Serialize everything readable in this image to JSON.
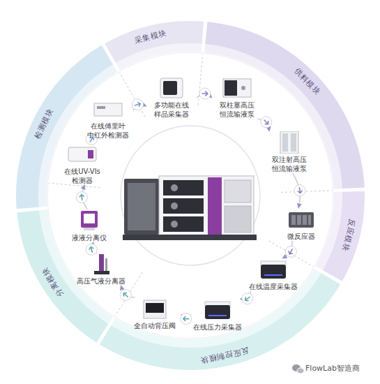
{
  "diagram": {
    "nodes": [
      {
        "text": [
          "采集模块"
        ]
      },
      {
        "text": [
          "供料模块"
        ]
      },
      {
        "text": [
          "反应模块"
        ]
      },
      {
        "text": [
          "反应控制模块"
        ]
      },
      {
        "text": [
          "分离模块"
        ]
      },
      {
        "text": [
          "检测模块"
        ]
      },
      {
        "text": [
          "多功能在线 样品采集器"
        ]
      },
      {
        "text": [
          "双柱塞高压 恒流输液泵"
        ]
      },
      {
        "text": [
          "双注射高压 恒流输液泵"
        ]
      },
      {
        "text": [
          "微反应器"
        ]
      },
      {
        "text": [
          "在线温度采集器"
        ]
      },
      {
        "text": [
          "在线压力采集器"
        ]
      },
      {
        "text": [
          "全自动背压阀"
        ]
      },
      {
        "text": [
          "高压气液分离器"
        ]
      },
      {
        "text": [
          "液液分离仪"
        ]
      },
      {
        "text": [
          "在线UV-VIs 检测器"
        ]
      },
      {
        "text": [
          "在线傅里叶 中红外检测器"
        ]
      }
    ],
    "edges": [
      {
        "from": 6,
        "to": 7,
        "arrow": "to"
      },
      {
        "from": 7,
        "to": 8,
        "arrow": "to"
      },
      {
        "from": 8,
        "to": 9,
        "arrow": "to"
      },
      {
        "from": 9,
        "to": 10,
        "arrow": "to"
      },
      {
        "from": 10,
        "to": 11,
        "arrow": "to"
      },
      {
        "from": 11,
        "to": 12,
        "arrow": "to"
      },
      {
        "from": 12,
        "to": 13,
        "arrow": "to"
      },
      {
        "from": 13,
        "to": 14,
        "arrow": "to"
      },
      {
        "from": 14,
        "to": 15,
        "arrow": "to"
      },
      {
        "from": 15,
        "to": 16,
        "arrow": "to"
      },
      {
        "from": 16,
        "to": 6,
        "arrow": "to"
      }
    ],
    "labels": [
      "FlowLab智造商"
    ]
  }
}
